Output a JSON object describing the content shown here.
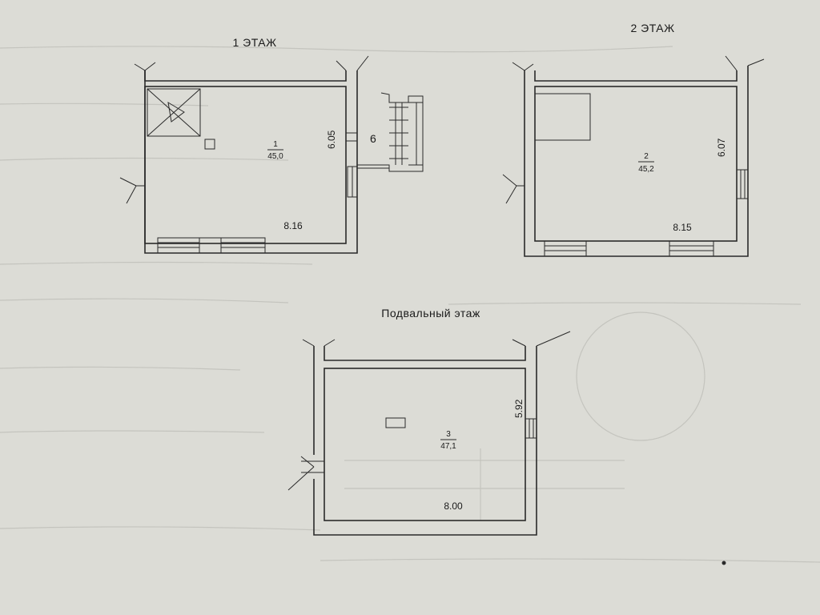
{
  "floors": {
    "first": {
      "title": "1 ЭТАЖ",
      "room_number": "1",
      "room_area": "45,0",
      "width_label": "8.16",
      "height_label": "6.05",
      "stair_marker": "6"
    },
    "second": {
      "title": "2 ЭТАЖ",
      "room_number": "2",
      "room_area": "45,2",
      "width_label": "8.15",
      "height_label": "6.07"
    },
    "basement": {
      "title": "Подвальный этаж",
      "room_number": "3",
      "room_area": "47,1",
      "width_label": "8.00",
      "height_label": "5.92"
    }
  },
  "colors": {
    "paper": "#dcdcd6",
    "ink": "#2a2a2a",
    "ghost_text": "#c2c2bb"
  }
}
